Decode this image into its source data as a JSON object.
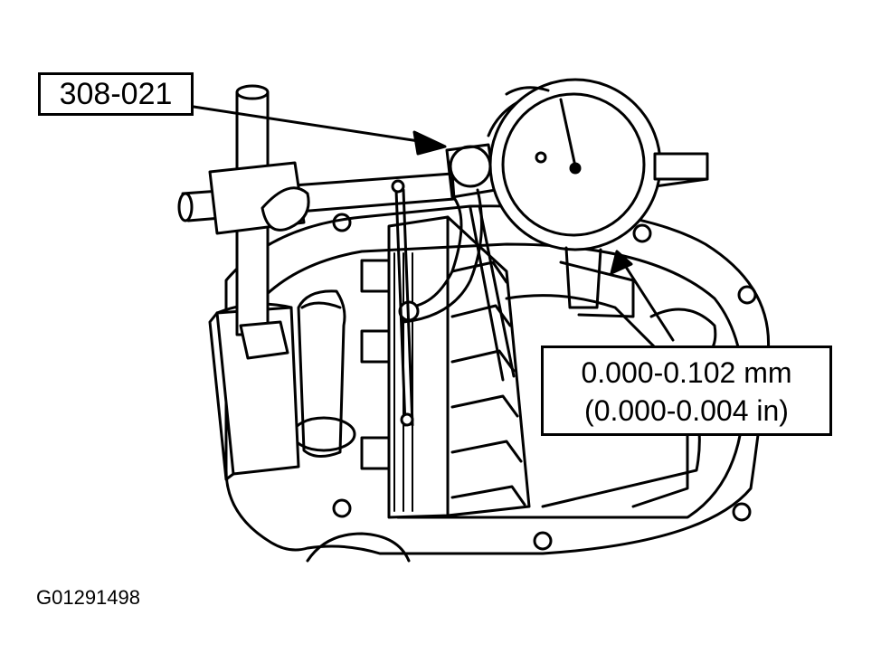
{
  "figure": {
    "tool_callout": "308-021",
    "spec_callout": {
      "line1": "0.000-0.102 mm",
      "line2": "(0.000-0.004 in)"
    },
    "figure_id": "G01291498"
  },
  "colors": {
    "ink": "#000000",
    "paper": "#ffffff"
  }
}
